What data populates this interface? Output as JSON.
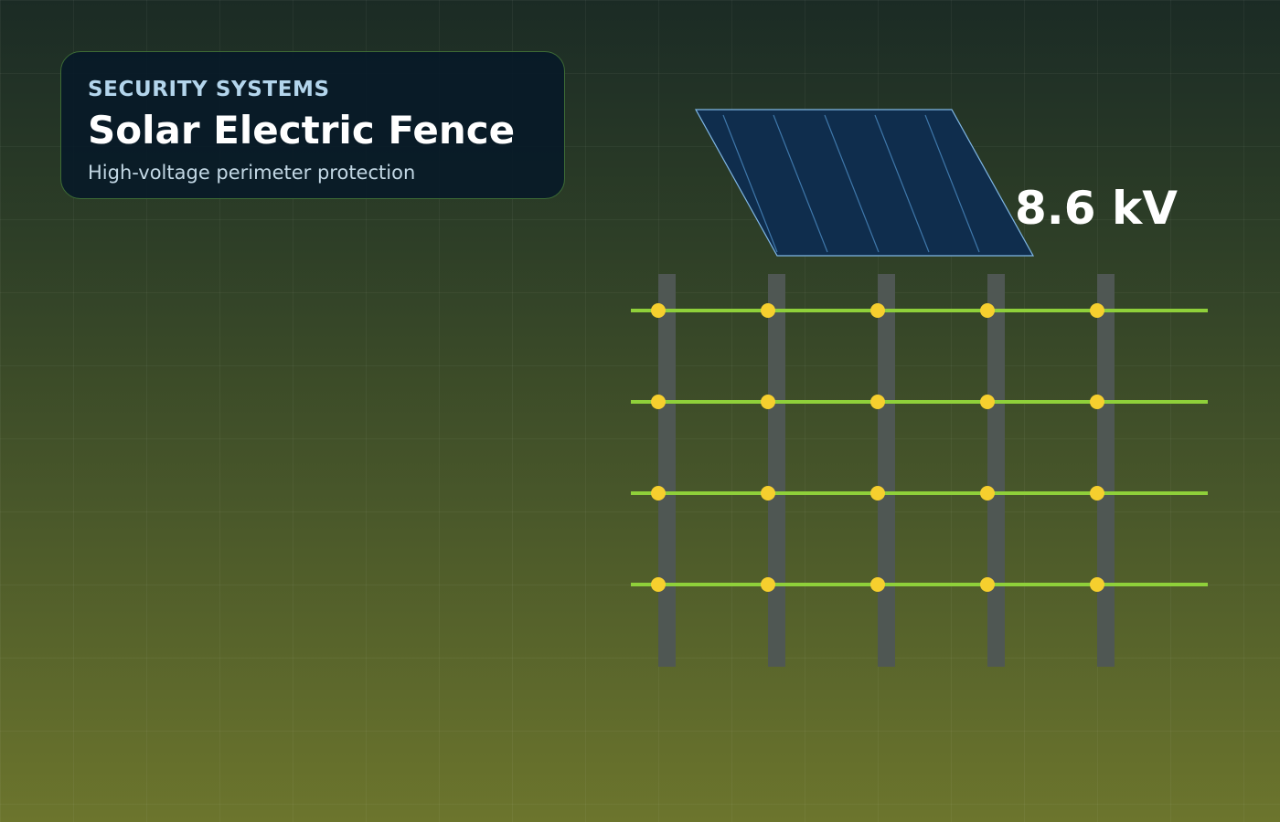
{
  "header": {
    "eyebrow": "SECURITY SYSTEMS",
    "title": "Solar Electric Fence",
    "subtitle": "High-voltage perimeter protection"
  },
  "readout": {
    "voltage": "8.6 kV"
  },
  "colors": {
    "wire": "#8fd03a",
    "insulator": "#f6cf2e",
    "post": "#4f5753",
    "panel": "#0f2d4d",
    "panel_edge": "#7fb7e6"
  },
  "icons": {
    "panel": "solar-panel-icon",
    "fence": "electric-fence-icon"
  }
}
